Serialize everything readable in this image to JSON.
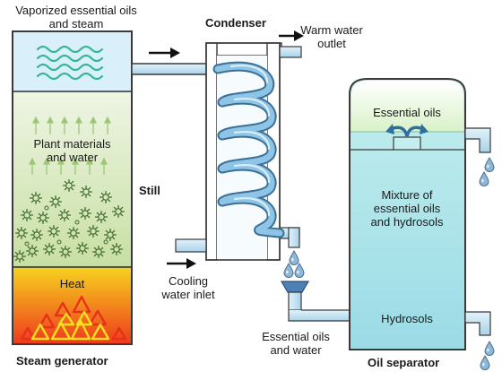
{
  "labels": {
    "vapor_line1": "Vaporized essential oils",
    "vapor_line2": "and steam",
    "condenser": "Condenser",
    "warm_line1": "Warm water",
    "warm_line2": "outlet",
    "plant_line1": "Plant materials",
    "plant_line2": "and water",
    "still": "Still",
    "heat": "Heat",
    "steam_generator": "Steam generator",
    "cooling_line1": "Cooling",
    "cooling_line2": "water inlet",
    "essential_oils": "Essential oils",
    "mixture_line1": "Mixture of",
    "mixture_line2": "essential oils",
    "mixture_line3": "and hydrosols",
    "hydrosols": "Hydrosols",
    "eo_water_line1": "Essential oils",
    "eo_water_line2": "and water",
    "oil_separator": "Oil separator"
  },
  "colors": {
    "outline": "#3a3a3a",
    "pipe_fill": "#c9e4f2",
    "vapor_fill": "#d9f0fa",
    "vapor_waves": "#36b596",
    "plant_top": "#eef5e4",
    "plant_bottom": "#c8dfa3",
    "plant_arrows": "#9cc77a",
    "heat_top": "#f7d31e",
    "heat_bottom": "#ee3a1c",
    "flame_red": "#e8301c",
    "flame_yellow": "#f7e01e",
    "sep_top": "#e4f4d8",
    "sep_body": "#aee4ea",
    "coil": "#7fb8da",
    "drop": "#8fb8d8",
    "arrow": "#111111",
    "funnel": "#4f80b5"
  },
  "icons": {
    "flow_arrows": "right-arrow-icon",
    "separator_spread": "curved-arrows-icon",
    "drops": "water-drop-icon",
    "plant_particles": "gear-leaf-icon",
    "flames": "flame-icon"
  }
}
